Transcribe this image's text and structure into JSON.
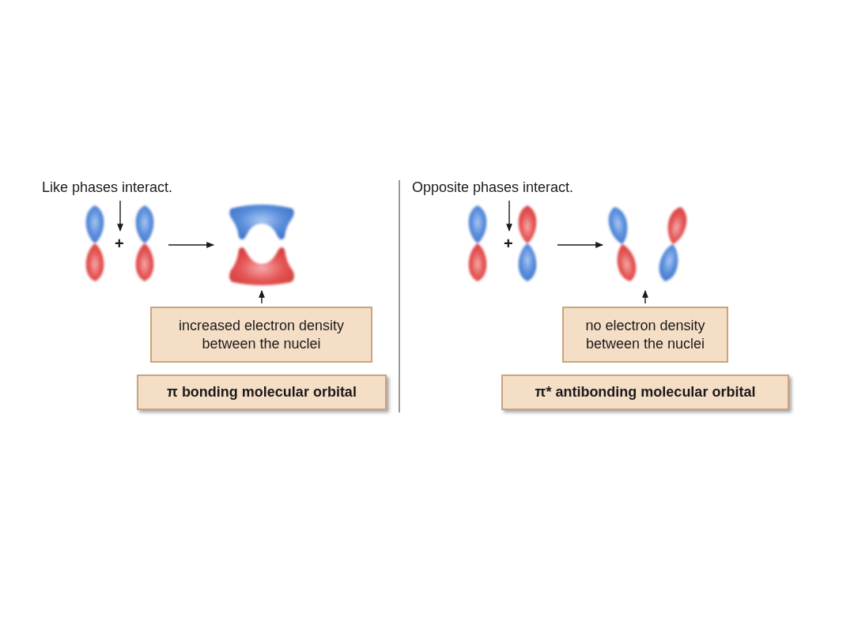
{
  "diagram": {
    "nodes": [
      {
        "text": [
          "increased electron density between the nuclei"
        ]
      },
      {
        "text": [
          "π bonding molecular orbital"
        ]
      },
      {
        "text": [
          "no electron density between the nuclei"
        ]
      },
      {
        "text": [
          "π* antibonding molecular orbital"
        ]
      }
    ],
    "labels": [
      "Like phases interact.",
      "+",
      "Opposite phases interact.",
      "+"
    ]
  }
}
